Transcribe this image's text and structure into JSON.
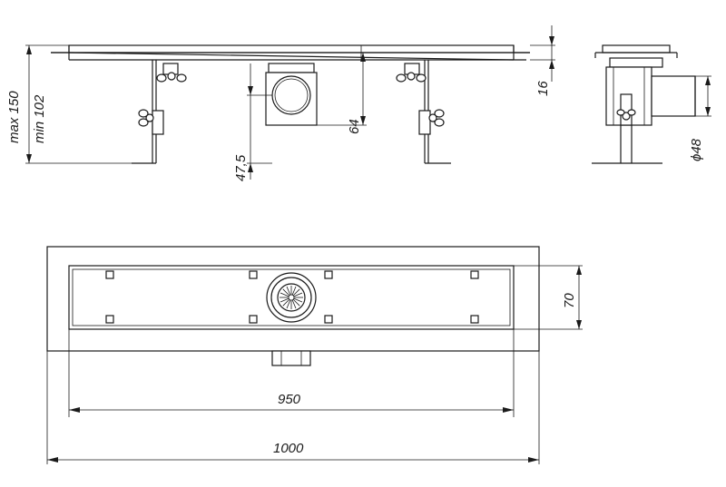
{
  "dimensions": {
    "max_height": "max 150",
    "min_height": "min 102",
    "grate_thickness": "16",
    "outlet_offset": "47,5",
    "outlet_box": "64",
    "outlet_diameter": "ϕ48",
    "grate_width": "70",
    "grate_length": "950",
    "overall_length": "1000"
  }
}
